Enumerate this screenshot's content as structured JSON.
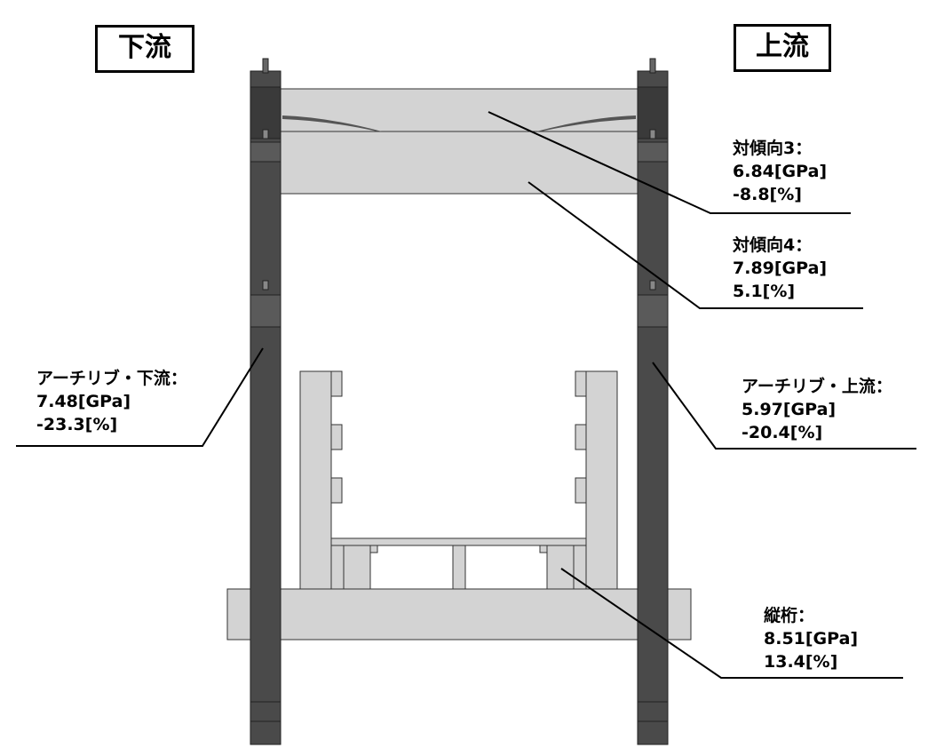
{
  "sides": {
    "downstream": "下流",
    "upstream": "上流"
  },
  "members": {
    "brace3": {
      "name": "対傾向3：",
      "modulus": "6.84[GPa]",
      "change": "-8.8[%]"
    },
    "brace4": {
      "name": "対傾向4：",
      "modulus": "7.89[GPa]",
      "change": "5.1[%]"
    },
    "arch_down": {
      "name": "アーチリブ・下流：",
      "modulus": "7.48[GPa]",
      "change": "-23.3[%]"
    },
    "arch_up": {
      "name": "アーチリブ・上流：",
      "modulus": "5.97[GPa]",
      "change": "-20.4[%]"
    },
    "stringer": {
      "name": "縦桁：",
      "modulus": "8.51[GPa]",
      "change": "13.4[%]"
    }
  },
  "colors": {
    "dark_member": "#4a4a4a",
    "darker_member": "#3a3a3a",
    "light_member": "#d3d3d3",
    "outline": "#333333",
    "leader": "#000000"
  }
}
